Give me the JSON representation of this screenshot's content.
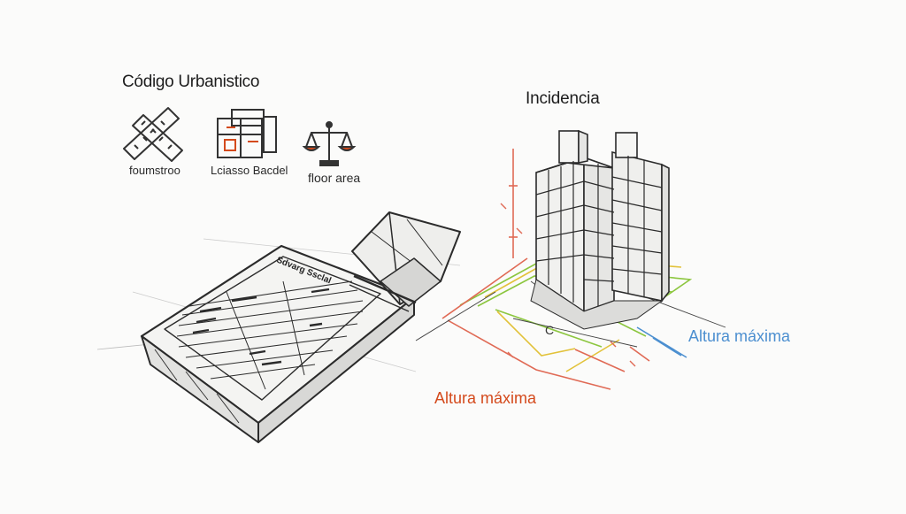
{
  "heading": "Código Urbanistico",
  "incidence_label": "Incidencia",
  "icons": [
    {
      "name": "ruler-cross-icon",
      "label": "foumstroo"
    },
    {
      "name": "building-plan-icon",
      "label": "Lciasso Bacdel"
    },
    {
      "name": "scale-balance-icon",
      "label": "floor area"
    }
  ],
  "height_labels": {
    "blue": "Altura máxima",
    "red": "Altura máxima"
  },
  "document_sketch": {
    "title": "Sdvarg Ssclal",
    "dimension_mark": "C"
  },
  "colors": {
    "ink": "#2b2b2b",
    "red_annotation": "#d44a1c",
    "blue_annotation": "#4c8fd0",
    "green_line": "#8cc63f",
    "yellow_line": "#e2c23a",
    "red_line": "#e06a55"
  }
}
